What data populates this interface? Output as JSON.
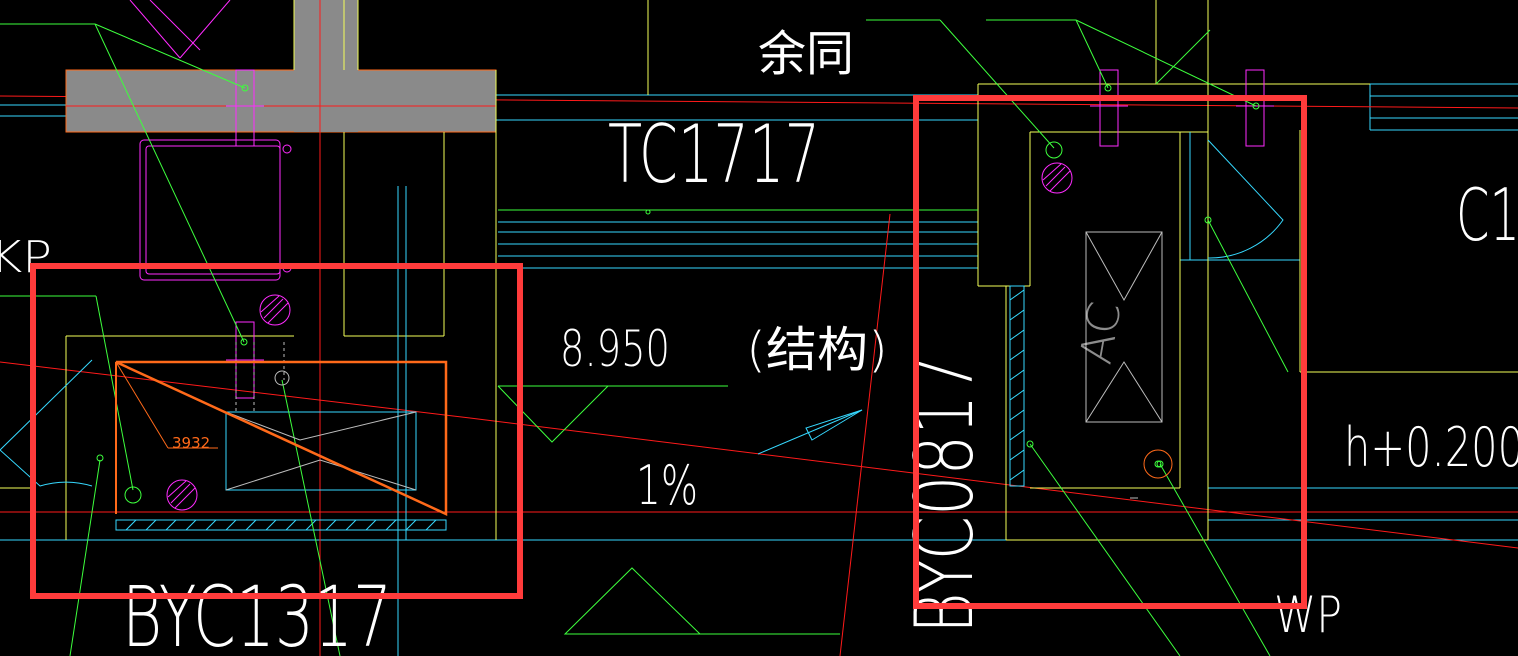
{
  "drawing": {
    "labels": {
      "top_cjk": "余同",
      "window_tc": "TC1717",
      "elevation": "8.950",
      "structure_note": "(结构)",
      "slope": "1%",
      "window_byc_left": "BYC1317",
      "window_byc_vertical": "BYC0817",
      "right_partial_c": "C1",
      "elevation_h": "h+0.200",
      "wp": "WP",
      "kp_partial": "KP",
      "ac_label": "AC",
      "dimension": "3932"
    },
    "highlight_color": "#ff3b3b",
    "colors": {
      "green": "#3dff3d",
      "magenta": "#ff2bff",
      "yellow": "#f4ff59",
      "cyan": "#36d9ff",
      "red": "#ff1a1a",
      "orange": "#ff6a1a",
      "white": "#ffffff",
      "gray_fill": "#8a8a8a",
      "gray_line": "#bdbdbd"
    }
  }
}
